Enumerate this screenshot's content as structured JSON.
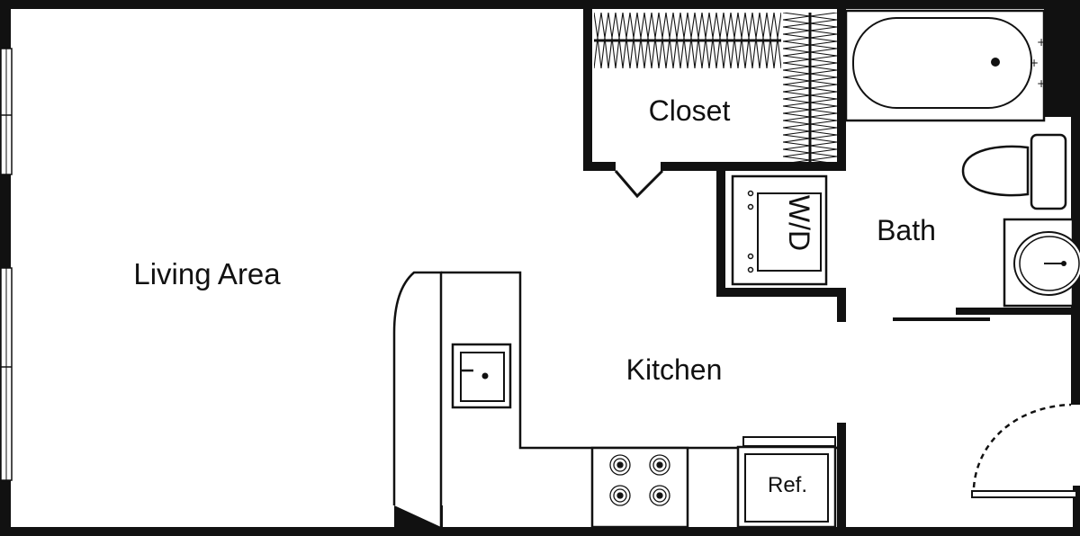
{
  "floorplan": {
    "rooms": {
      "living": "Living Area",
      "closet": "Closet",
      "bath": "Bath",
      "kitchen": "Kitchen"
    },
    "fixtures": {
      "washer_dryer": "W/D",
      "refrigerator": "Ref."
    },
    "colors": {
      "wall": "#111111",
      "background": "#ffffff"
    }
  }
}
